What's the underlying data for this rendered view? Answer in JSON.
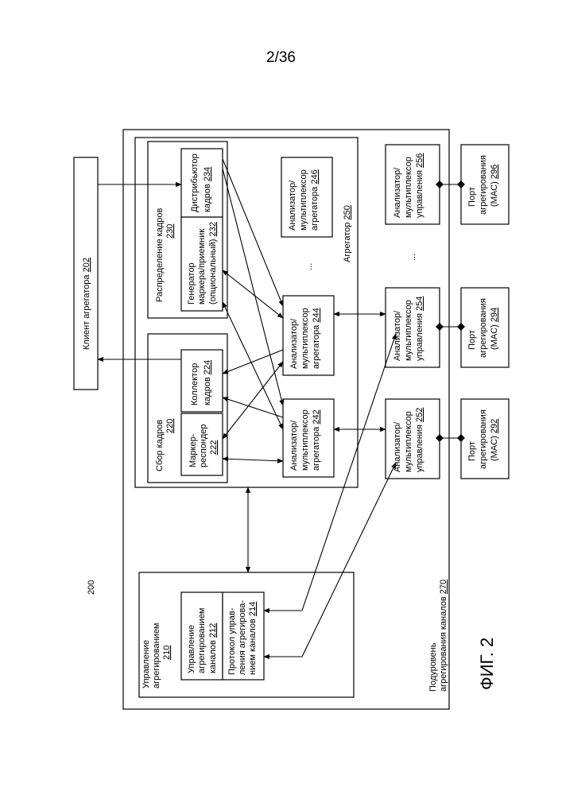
{
  "page_number": "2/36",
  "figure_number": "200",
  "figure_caption": "ФИГ. 2",
  "client": {
    "label": "Клиент агрегатора",
    "ref": "202"
  },
  "aggregation_mgmt": {
    "label1": "Управление",
    "label2": "агрегированием",
    "ref": "210",
    "link_mgmt": {
      "l1": "Управление",
      "l2": "агрегированием",
      "l3": "каналов",
      "ref": "212"
    },
    "protocol": {
      "l1": "Протокол управ-",
      "l2": "ления агрегирова-",
      "l3": "нием каналов",
      "ref": "214"
    }
  },
  "frame_collection": {
    "label": "Сбор кадров",
    "ref": "220",
    "marker_responder": {
      "l1": "Маркер-",
      "l2": "респондер",
      "ref": "222"
    },
    "collector": {
      "l1": "Коллектор",
      "l2": "кадров",
      "ref": "224"
    }
  },
  "frame_distribution": {
    "label": "Распределение кадров",
    "ref": "230",
    "marker_generator": {
      "l1": "Генератор",
      "l2": "маркера/приемник",
      "l3": "(опциональный)",
      "ref": "232"
    },
    "distributor": {
      "l1": "Дистрибьютор",
      "l2": "кадров",
      "ref": "234"
    }
  },
  "parsers": [
    {
      "l1": "Анализатор/",
      "l2": "мультиплексор",
      "l3": "агрегатора",
      "ref": "242"
    },
    {
      "l1": "Анализатор/",
      "l2": "мультиплексор",
      "l3": "агрегатора",
      "ref": "244"
    },
    {
      "l1": "Анализатор/",
      "l2": "мультиплексор",
      "l3": "агрегатора",
      "ref": "246"
    }
  ],
  "aggregator": {
    "label": "Агрегатор",
    "ref": "250"
  },
  "control_muxes": [
    {
      "l1": "Анализатор/",
      "l2": "мультиплексор",
      "l3": "управления",
      "ref": "252"
    },
    {
      "l1": "Анализатор/",
      "l2": "мультиплексор",
      "l3": "управления",
      "ref": "254"
    },
    {
      "l1": "Анализатор/",
      "l2": "мультиплексор",
      "l3": "управления",
      "ref": "256"
    }
  ],
  "ports": [
    {
      "l1": "Порт",
      "l2": "агрегирования",
      "l3": "(MAC)",
      "ref": "292"
    },
    {
      "l1": "Порт",
      "l2": "агрегирования",
      "l3": "(MAC)",
      "ref": "294"
    },
    {
      "l1": "Порт",
      "l2": "агрегирования",
      "l3": "(MAC)",
      "ref": "296"
    }
  ],
  "sublayer": {
    "l1": "Подуровень",
    "l2": "агрегирования каналов",
    "ref": "270"
  },
  "ellipsis": "..."
}
